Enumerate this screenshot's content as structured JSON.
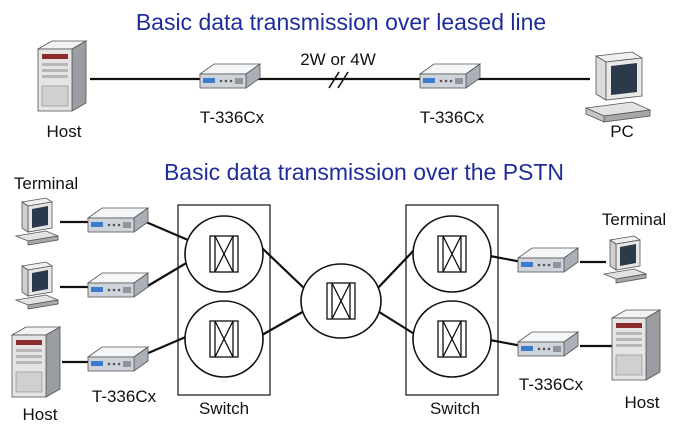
{
  "titles": {
    "leased_line": "Basic data transmission over leased line",
    "pstn": "Basic data transmission over the PSTN"
  },
  "leased_line": {
    "host_label": "Host",
    "modem_left_label": "T-336Cx",
    "line_label": "2W or 4W",
    "modem_right_label": "T-336Cx",
    "pc_label": "PC"
  },
  "pstn": {
    "terminal_left_label": "Terminal",
    "host_left_label": "Host",
    "modem_left_label": "T-336Cx",
    "switch_left_label": "Switch",
    "switch_right_label": "Switch",
    "terminal_right_label": "Terminal",
    "modem_right_label": "T-336Cx",
    "host_right_label": "Host"
  },
  "colors": {
    "title": "#1f2d9b",
    "modem_body": "#d9dde2",
    "modem_panel": "#3c7bd0",
    "host_body": "#e6e6e6"
  },
  "icons": [
    "host-server-icon",
    "pc-icon",
    "terminal-icon",
    "modem-icon",
    "switch-crossbar-icon"
  ]
}
